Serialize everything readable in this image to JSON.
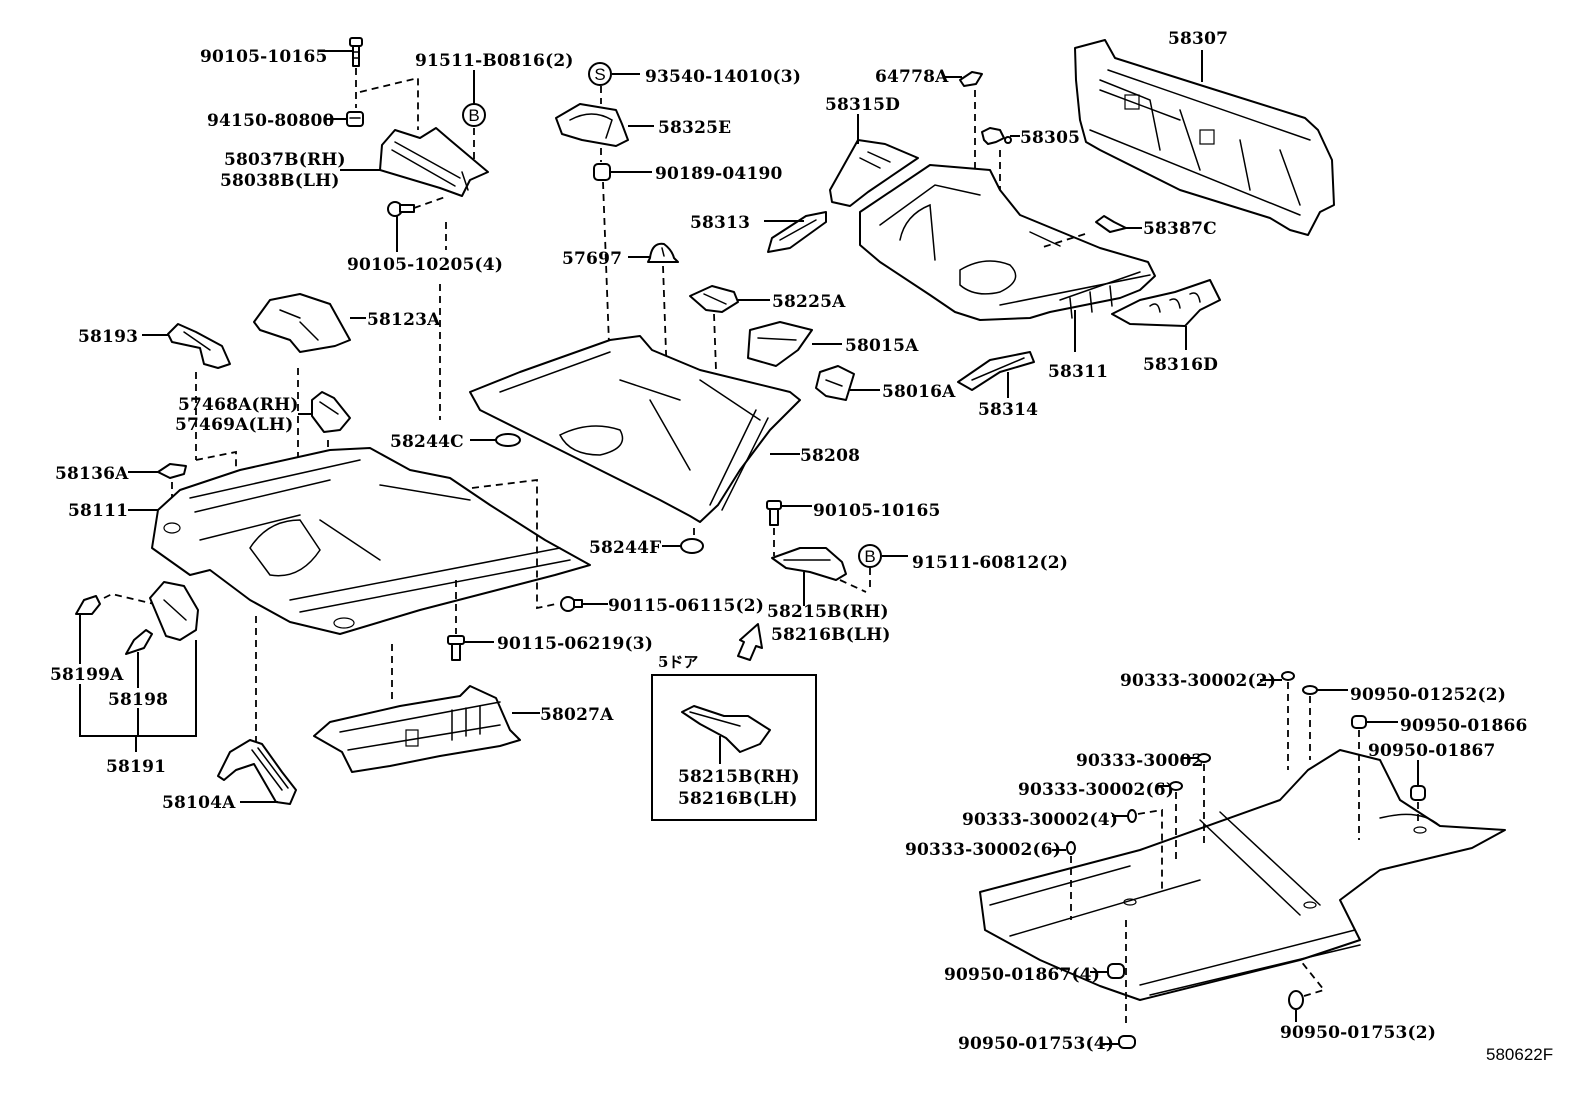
{
  "diagram": {
    "type": "exploded parts diagram",
    "subject": "Floor pan and rear floor assembly",
    "figure_code": "580622F",
    "inset_caption": "5ドア",
    "symbols": {
      "B": "B",
      "S": "S"
    },
    "colors": {
      "ink": "#000000",
      "background": "#ffffff"
    }
  },
  "labels": {
    "p90105_10165_top": "90105-10165",
    "p91511_B0816": "91511-B0816(2)",
    "p94150_80800": "94150-80800",
    "p58037B": "58037B(RH)",
    "p58038B": "58038B(LH)",
    "p90105_10205": "90105-10205(4)",
    "p93540_14010": "93540-14010(3)",
    "p58325E": "58325E",
    "p90189_04190": "90189-04190",
    "p57697": "57697",
    "p64778A": "64778A",
    "p58315D": "58315D",
    "p58305": "58305",
    "p58307": "58307",
    "p58313": "58313",
    "p58387C": "58387C",
    "p58193": "58193",
    "p58123A": "58123A",
    "p58225A": "58225A",
    "p58015A": "58015A",
    "p58016A": "58016A",
    "p58314": "58314",
    "p58311": "58311",
    "p58316D": "58316D",
    "p57468A": "57468A(RH)",
    "p57469A": "57469A(LH)",
    "p58244C": "58244C",
    "p58136A": "58136A",
    "p58111": "58111",
    "p58208": "58208",
    "p90105_10165_mid": "90105-10165",
    "p58244F": "58244F",
    "p91511_60812": "91511-60812(2)",
    "p90115_06115": "90115-06115(2)",
    "p58215B": "58215B(RH)",
    "p58216B": "58216B(LH)",
    "p90115_06219": "90115-06219(3)",
    "p58199A": "58199A",
    "p58198": "58198",
    "p58191": "58191",
    "p58027A": "58027A",
    "p58104A": "58104A",
    "inset_58215B": "58215B(RH)",
    "inset_58216B": "58216B(LH)",
    "p90333_30002_2": "90333-30002(2)",
    "p90950_01252": "90950-01252(2)",
    "p90950_01866": "90950-01866",
    "p90950_01867": "90950-01867",
    "p90333_30002_a": "90333-30002",
    "p90333_30002_6a": "90333-30002(6)",
    "p90333_30002_4": "90333-30002(4)",
    "p90333_30002_6b": "90333-30002(6)",
    "p90950_01867_4": "90950-01867(4)",
    "p90950_01753_4": "90950-01753(4)",
    "p90950_01753_2": "90950-01753(2)"
  }
}
